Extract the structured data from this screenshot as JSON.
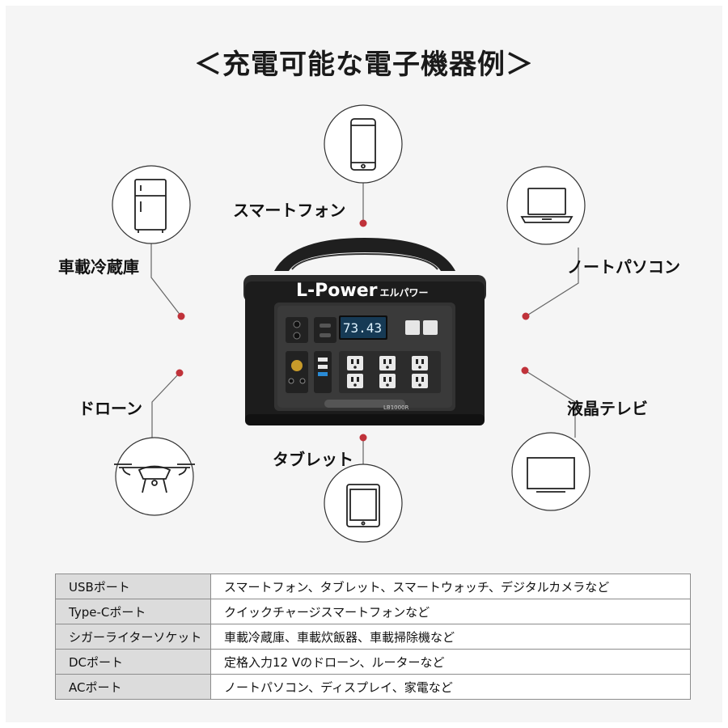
{
  "title": "＜充電可能な電子機器例＞",
  "product": {
    "brand": "L-Power",
    "brand_sub": "エルパワー",
    "display": "73.43",
    "model": "LB1000R"
  },
  "devices": [
    {
      "id": "smartphone",
      "label": "スマートフォン",
      "icon": "smartphone-icon"
    },
    {
      "id": "car-fridge",
      "label": "車載冷蔵庫",
      "icon": "refrigerator-icon"
    },
    {
      "id": "laptop",
      "label": "ノートパソコン",
      "icon": "laptop-icon"
    },
    {
      "id": "drone",
      "label": "ドローン",
      "icon": "drone-icon"
    },
    {
      "id": "tv",
      "label": "液晶テレビ",
      "icon": "tv-icon"
    },
    {
      "id": "tablet",
      "label": "タブレット",
      "icon": "tablet-icon"
    }
  ],
  "colors": {
    "accent_dot": "#c0323a",
    "line": "#666666",
    "table_header_bg": "#dcdcdc",
    "panel_bg": "#f5f5f5"
  },
  "table": [
    {
      "port": "USBポート",
      "devices": "スマートフォン、タブレット、スマートウォッチ、デジタルカメラなど"
    },
    {
      "port": "Type-Cポート",
      "devices": "クイックチャージスマートフォンなど"
    },
    {
      "port": "シガーライターソケット",
      "devices": "車載冷蔵庫、車載炊飯器、車載掃除機など"
    },
    {
      "port": "DCポート",
      "devices": "定格入力12 Vのドローン、ルーターなど"
    },
    {
      "port": "ACポート",
      "devices": "ノートパソコン、ディスプレイ、家電など"
    }
  ]
}
